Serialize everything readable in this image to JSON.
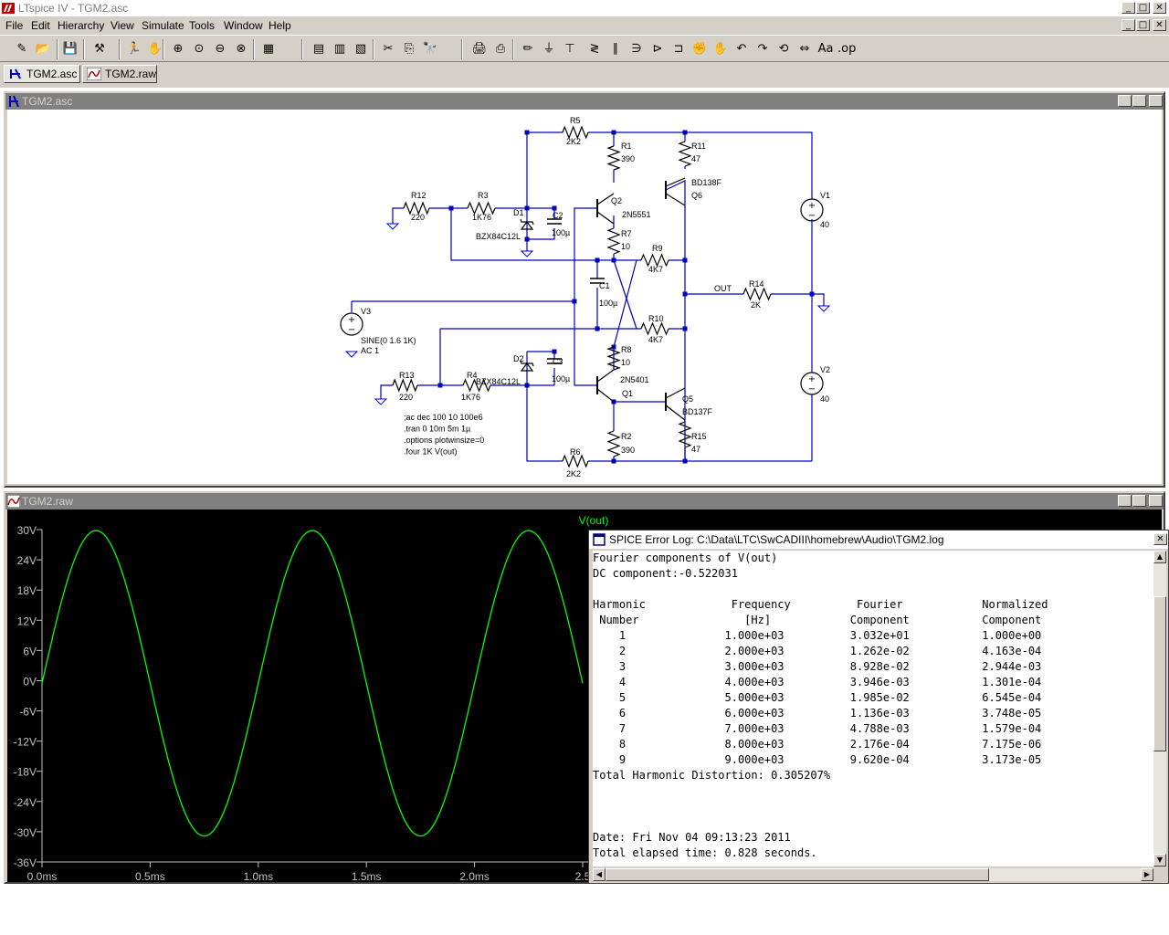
{
  "app": {
    "title": "LTspice IV - TGM2.asc",
    "window_buttons": {
      "min": "_",
      "max": "□",
      "close": "✕"
    }
  },
  "menu": [
    "File",
    "Edit",
    "Hierarchy",
    "View",
    "Simulate",
    "Tools",
    "Window",
    "Help"
  ],
  "toolbar": {
    "icons": [
      "new-schematic",
      "open",
      "save",
      "hammer",
      "run",
      "halt",
      "zoom-in",
      "pan",
      "zoom-out",
      "zoom-cancel",
      "autoscale",
      "tile-horizontal",
      "cascade",
      "tile-vertical",
      "cut",
      "copy",
      "find",
      "print-preview",
      "print",
      "draw-wire",
      "ground",
      "label-net",
      "resistor",
      "capacitor",
      "inductor",
      "diode",
      "component",
      "move",
      "drag",
      "undo",
      "redo",
      "rotate",
      "mirror",
      "text",
      "spice-directive"
    ],
    "glyphs": [
      "✎",
      "📂",
      "💾",
      "⚒",
      "🏃",
      "✋",
      "⊕",
      "⊙",
      "⊖",
      "⊗",
      "▦",
      "▤",
      "▥",
      "▧",
      "✂",
      "⎘",
      "🔭",
      "🖨",
      "⎙",
      "✏",
      "⏚",
      "⊤",
      "≷",
      "∥",
      "∋",
      "⊳",
      "⊐",
      "✊",
      "✋",
      "↶",
      "↷",
      "⟲",
      "⇔",
      "Aa",
      ".op"
    ]
  },
  "tabs": [
    {
      "label": "TGM2.asc",
      "icon": "schematic-tab-icon"
    },
    {
      "label": "TGM2.raw",
      "icon": "waveform-tab-icon"
    }
  ],
  "schematic": {
    "title": "TGM2.asc",
    "labels": {
      "R5": "R5",
      "R5v": "2K2",
      "R1": "R1",
      "R1v": "390",
      "R11": "R11",
      "R11v": "47",
      "Q6n": "BD138F",
      "Q6": "Q6",
      "R12": "R12",
      "R12v": "220",
      "R3": "R3",
      "R3v": "1K76",
      "D1": "D1",
      "D1v": "BZX84C12L",
      "C2": "C2",
      "C2v": "100µ",
      "Q2": "Q2",
      "Q2v": "2N5551",
      "R7": "R7",
      "R7v": "10",
      "R9": "R9",
      "R9v": "4K7",
      "V1": "V1",
      "V1v": "40",
      "C1": "C1",
      "C1v": "100µ",
      "OUT": "OUT",
      "R14": "R14",
      "R14v": "2K",
      "V3": "V3",
      "V3v1": "SINE(0 1.6 1K)",
      "V3v2": "AC 1",
      "R10": "R10",
      "R10v": "4K7",
      "R8": "R8",
      "R8v": "10",
      "D2": "D2",
      "D2v": "BZX84C12L",
      "C3": "C3",
      "C3v": "100µ",
      "R13": "R13",
      "R13v": "220",
      "R4": "R4",
      "R4v": "1K76",
      "Q1v": "2N5401",
      "Q1": "Q1",
      "Q5": "Q5",
      "Q5v": "BD137F",
      "V2": "V2",
      "V2v": "40",
      "R2": "R2",
      "R2v": "390",
      "R15": "R15",
      "R15v": "47",
      "R6": "R6",
      "R6v": "2K2"
    },
    "directives": [
      ";ac dec 100 10 100e6",
      ".tran 0 10m 5m 1µ",
      ".options plotwinsize=0",
      ".four 1K V(out)"
    ]
  },
  "waveform": {
    "title": "TGM2.raw",
    "trace_name": "V(out)",
    "trace_color": "#00ff00",
    "background": "#000000",
    "y_ticks": [
      "30V",
      "24V",
      "18V",
      "12V",
      "6V",
      "0V",
      "-6V",
      "-12V",
      "-18V",
      "-24V",
      "-30V",
      "-36V"
    ],
    "x_ticks": [
      "0.0ms",
      "0.5ms",
      "1.0ms",
      "1.5ms",
      "2.0ms",
      "2.5"
    ],
    "x_range_ms": [
      0,
      2.5
    ],
    "y_range_v": [
      -36,
      30
    ],
    "amplitude_v": 30.32,
    "offset_v": -0.522,
    "frequency_hz": 1000
  },
  "log": {
    "title": "SPICE Error Log: C:\\Data\\LTC\\SwCADIII\\homebrew\\Audio\\TGM2.log",
    "lines": [
      "Fourier components of V(out)",
      "DC component:-0.522031",
      "",
      "Harmonic             Frequency          Fourier            Normalized",
      " Number                [Hz]            Component           Component",
      "    1               1.000e+03          3.032e+01           1.000e+00",
      "    2               2.000e+03          1.262e-02           4.163e-04",
      "    3               3.000e+03          8.928e-02           2.944e-03",
      "    4               4.000e+03          3.946e-03           1.301e-04",
      "    5               5.000e+03          1.985e-02           6.545e-04",
      "    6               6.000e+03          1.136e-03           3.748e-05",
      "    7               7.000e+03          4.788e-03           1.579e-04",
      "    8               8.000e+03          2.176e-04           7.175e-06",
      "    9               9.000e+03          9.620e-04           3.173e-05",
      "Total Harmonic Distortion: 0.305207%",
      "",
      "",
      "",
      "Date: Fri Nov 04 09:13:23 2011",
      "Total elapsed time: 0.828 seconds."
    ],
    "close": "✕"
  }
}
